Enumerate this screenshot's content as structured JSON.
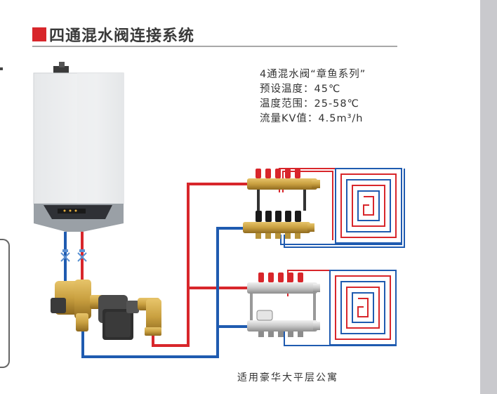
{
  "page": {
    "title": "四通混水阀连接系统",
    "caption": "适用豪华大平层公寓"
  },
  "specs": [
    "4通混水阀“章鱼系列”",
    "预设温度：45℃",
    "温度范围：25-58℃",
    "流量KV值：4.5m³/h"
  ],
  "colors": {
    "accent": "#d8262b",
    "hot_pipe": "#d8262b",
    "cold_pipe": "#1f5bb0",
    "brass": "#c9a040",
    "side_bar": "#c9c9cd"
  },
  "icons": {
    "boiler": "wall-hung-gas-boiler",
    "mixing_valve": "four-way-mixing-valve",
    "pump": "circulation-pump",
    "manifold": "floor-heating-manifold",
    "coil": "floor-heating-coil"
  }
}
